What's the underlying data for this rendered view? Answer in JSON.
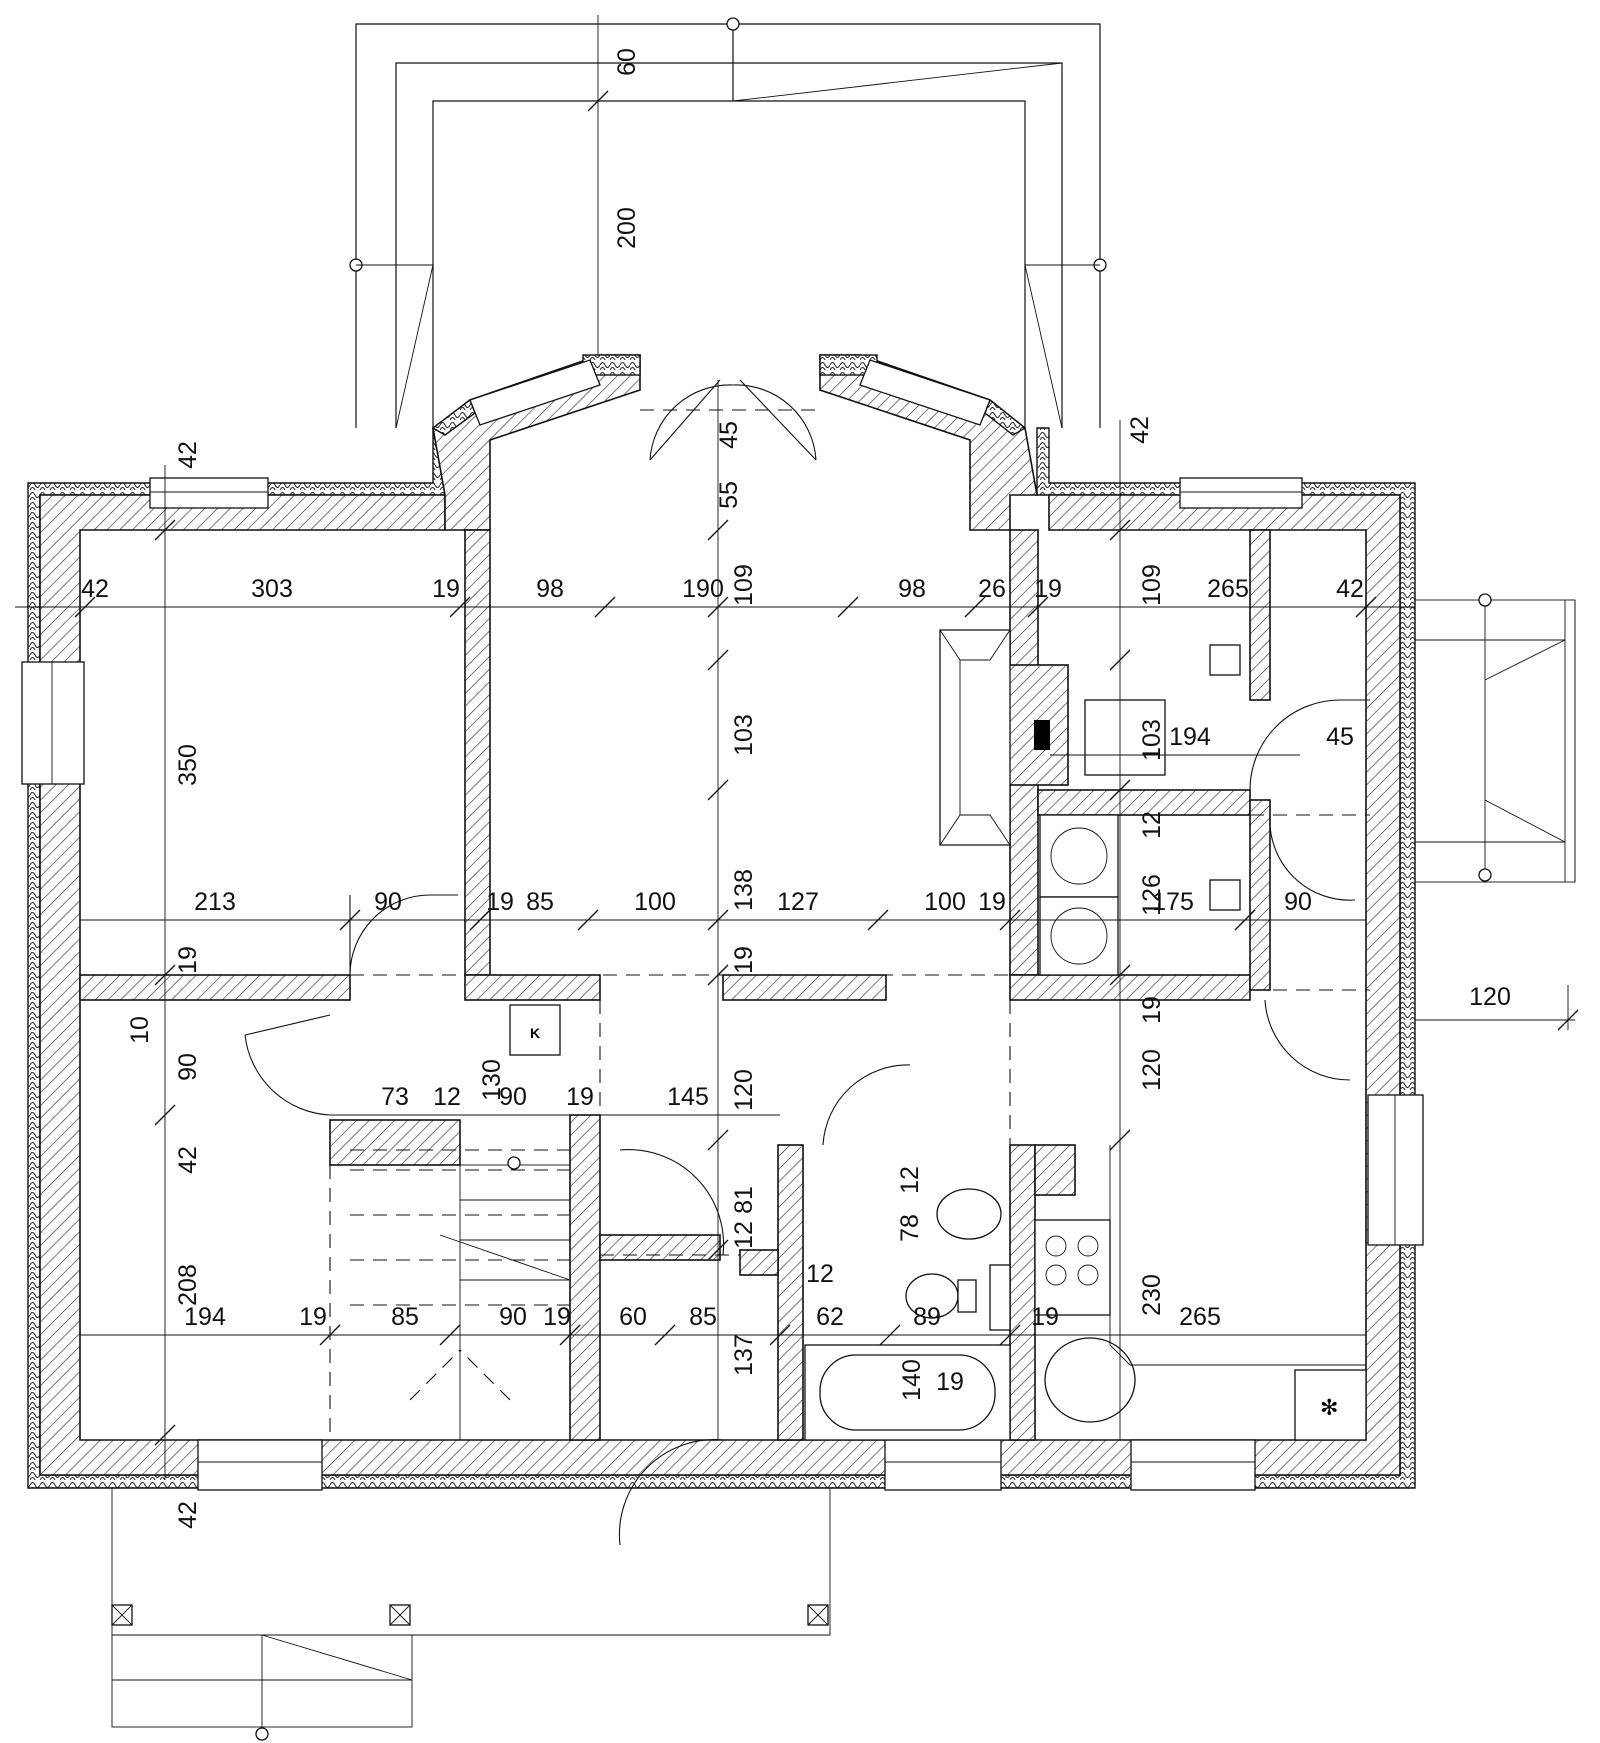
{
  "drawing": {
    "type": "floor-plan",
    "stove_label": "K",
    "freezer_symbol": "✻",
    "dimensions": {
      "top_porch_depth": "60",
      "top_porch_length": "200",
      "tower_45": "45",
      "tower_55": "55",
      "top_right_42": "42",
      "top_left_42": "42",
      "row1_left_42": "42",
      "row1_303": "303",
      "row1_19a": "19",
      "row1_98a": "98",
      "row1_190": "190",
      "row1_109a": "109",
      "row1_98b": "98",
      "row1_26": "26",
      "row1_19b": "19",
      "row1_109b": "109",
      "row1_265": "265",
      "row1_42r": "42",
      "left_350": "350",
      "center_103": "103",
      "hall_103": "103",
      "hall_194": "194",
      "hall_45": "45",
      "row2_213": "213",
      "row2_90a": "90",
      "row2_19a": "19",
      "row2_85": "85",
      "row2_100a": "100",
      "row2_138": "138",
      "row2_127": "127",
      "row2_100b": "100",
      "row2_19b": "19",
      "row2_126": "126",
      "row2_175": "175",
      "row2_90b": "90",
      "right_12": "12",
      "left_19": "19",
      "center_19": "19",
      "right_19": "19",
      "left_10": "10",
      "left_90": "90",
      "left_42": "42",
      "left_208": "208",
      "stair_73": "73",
      "stair_12": "12",
      "stair_130": "130",
      "stair_90": "90",
      "stair_19": "19",
      "stair_145": "145",
      "center_120": "120",
      "right_120": "120",
      "outside_120": "120",
      "bath_12a": "12",
      "bath_78": "78",
      "center_12": "12",
      "center_81": "81",
      "bath_12b": "12",
      "row3_194": "194",
      "row3_19a": "19",
      "row3_85a": "85",
      "row3_90": "90",
      "row3_19b": "19",
      "row3_60": "60",
      "row3_85b": "85",
      "row3_62": "62",
      "row3_89": "89",
      "row3_19c": "19",
      "kitchen_230": "230",
      "kitchen_265": "265",
      "center_137": "137",
      "bath_140": "140",
      "bath_19": "19",
      "bottom_42": "42"
    }
  }
}
